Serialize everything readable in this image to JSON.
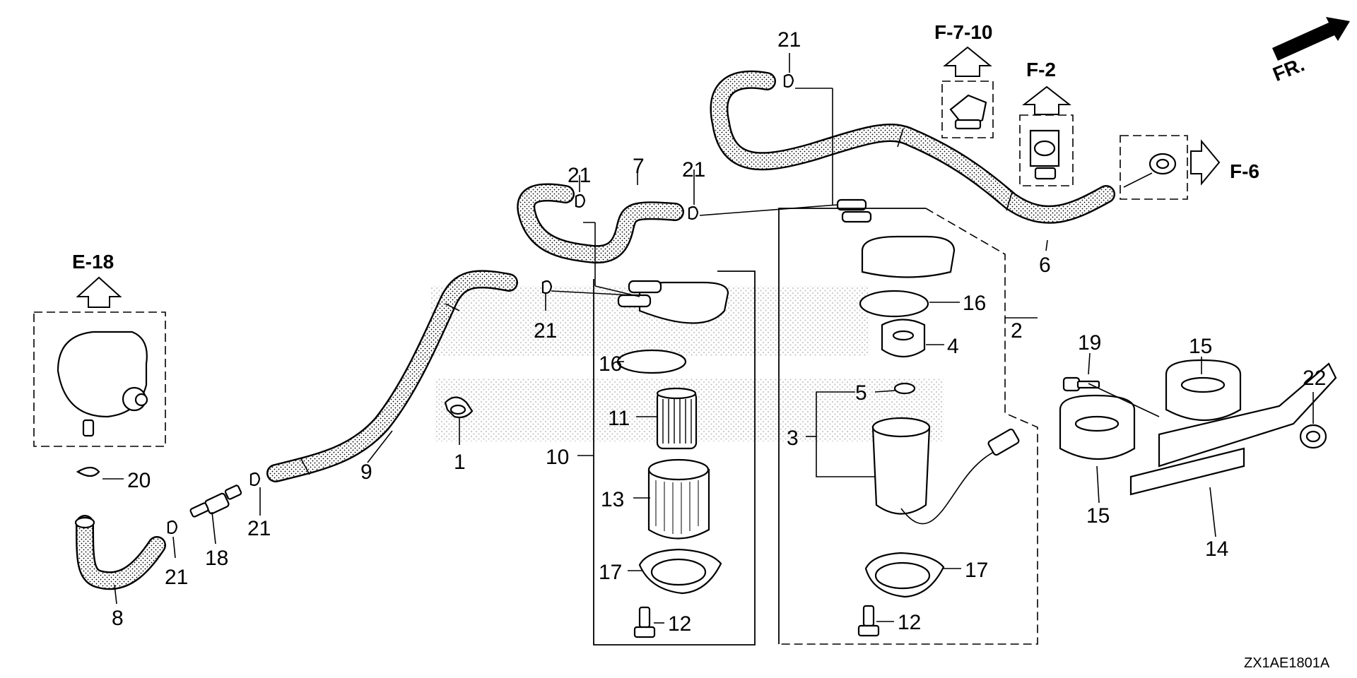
{
  "diagram": {
    "code": "ZX1AE1801A",
    "direction": "FR.",
    "references": {
      "e18": "E-18",
      "f710": "F-7-10",
      "f2": "F-2",
      "f6": "F-6"
    },
    "labels": {
      "p1": "1",
      "p2": "2",
      "p3": "3",
      "p4": "4",
      "p5": "5",
      "p6": "6",
      "p7": "7",
      "p8": "8",
      "p9": "9",
      "p10": "10",
      "p11": "11",
      "p12a": "12",
      "p12b": "12",
      "p13": "13",
      "p14": "14",
      "p15a": "15",
      "p15b": "15",
      "p16a": "16",
      "p16b": "16",
      "p17a": "17",
      "p17b": "17",
      "p18": "18",
      "p19": "19",
      "p20": "20",
      "p21a": "21",
      "p21b": "21",
      "p21c": "21",
      "p21d": "21",
      "p21e": "21",
      "p21f": "21",
      "p22": "22"
    }
  }
}
